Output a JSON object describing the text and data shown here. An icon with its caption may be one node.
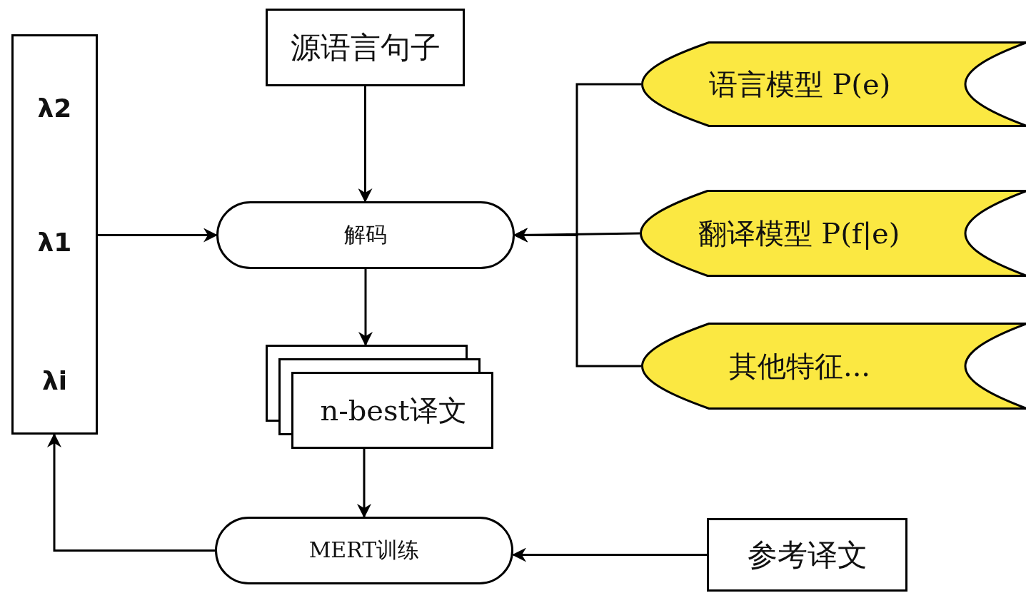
{
  "diagram": {
    "nodes": [
      {
        "text": [
          "λ2",
          "λ1",
          "λi"
        ]
      },
      {
        "text": [
          "源语言句子"
        ]
      },
      {
        "text": [
          "解码"
        ]
      },
      {
        "text": [
          "n-best译文"
        ]
      },
      {
        "text": [
          "MERT训练"
        ]
      },
      {
        "text": [
          "参考译文"
        ]
      },
      {
        "text": [
          "语言模型 P(e)"
        ]
      },
      {
        "text": [
          "翻译模型 P(f|e)"
        ]
      },
      {
        "text": [
          "其他特征..."
        ]
      }
    ],
    "edges": [
      {
        "from": 1,
        "to": 2,
        "arrow": "to"
      },
      {
        "from": 0,
        "to": 2,
        "arrow": "to"
      },
      {
        "from": 2,
        "to": 3,
        "arrow": "to"
      },
      {
        "from": 3,
        "to": 4,
        "arrow": "to"
      },
      {
        "from": 4,
        "to": 0,
        "arrow": "to"
      },
      {
        "from": 5,
        "to": 4,
        "arrow": "to"
      },
      {
        "from": 6,
        "to": 2,
        "arrow": "to"
      },
      {
        "from": 7,
        "to": 2,
        "arrow": "to"
      },
      {
        "from": 8,
        "to": 2,
        "arrow": "to"
      }
    ]
  }
}
